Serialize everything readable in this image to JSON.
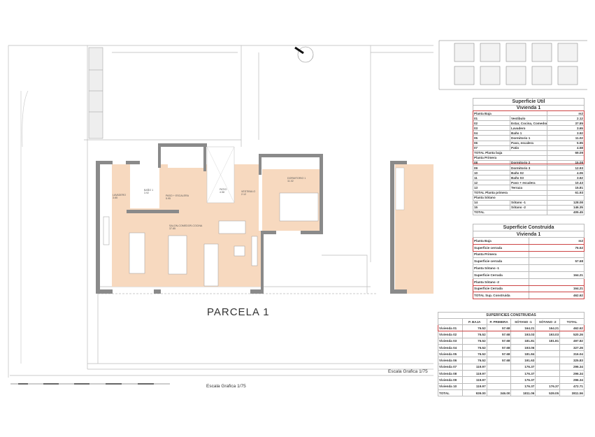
{
  "plan": {
    "parcel_label": "PARCELA 1",
    "scale_label_right": "Escala Grafica 1/75",
    "scale_label_bar": "Escala Grafica 1/75",
    "rooms": [
      {
        "name": "LAVADERO",
        "area": "3.65"
      },
      {
        "name": "BAÑO 1",
        "area": "3.92"
      },
      {
        "name": "PASO + ESCALERA",
        "area": "5.95"
      },
      {
        "name": "PATIO",
        "area": "4.58"
      },
      {
        "name": "VESTIBULO",
        "area": "2.12"
      },
      {
        "name": "DORMITORIO 1",
        "area": "11.02"
      },
      {
        "name": "SALON-COMEDOR-COCINA",
        "area": "37.85"
      }
    ],
    "colors": {
      "floor_fill": "#f7d9bf",
      "wall": "#8a8a8a",
      "highlight": "#c44444"
    }
  },
  "util": {
    "title": "Superficie Útil",
    "subtitle": "Vivienda 1",
    "rows": [
      {
        "c": "Planta Baja",
        "v": "m2",
        "sec": true
      },
      {
        "n": "01",
        "c": "Vestibulo",
        "v": "2.12"
      },
      {
        "n": "02",
        "c": "Estar, Cocina, Comedor",
        "v": "37.85"
      },
      {
        "n": "03",
        "c": "Lavadero",
        "v": "3.65"
      },
      {
        "n": "04",
        "c": "Baño 1",
        "v": "3.92"
      },
      {
        "n": "05",
        "c": "Dormitorio 1",
        "v": "11.02"
      },
      {
        "n": "06",
        "c": "Paso, escalera",
        "v": "5.95"
      },
      {
        "n": "07",
        "c": "Patio",
        "v": "4.58"
      },
      {
        "c": "TOTAL Planta baja",
        "v": "69.09",
        "sec": true
      },
      {
        "c": "Planta Primera",
        "v": "",
        "sec": true
      },
      {
        "n": "08",
        "c": "Dormitorio 2",
        "v": "15.08"
      },
      {
        "n": "09",
        "c": "Dormitorio 3",
        "v": "12.93"
      },
      {
        "n": "10",
        "c": "Baño 02",
        "v": "4.06"
      },
      {
        "n": "11",
        "c": "Baño 03",
        "v": "3.62"
      },
      {
        "n": "12",
        "c": "Paso + escalera",
        "v": "10.43"
      },
      {
        "n": "13",
        "c": "Terraza",
        "v": "15.81"
      },
      {
        "c": "TOTAL Planta primera",
        "v": "61.93",
        "sec": true
      },
      {
        "c": "Planta Sótano",
        "v": "",
        "sec": true
      },
      {
        "n": "14",
        "c": "Sótano -1",
        "v": "128.08"
      },
      {
        "n": "15",
        "c": "Sótano -2",
        "v": "146.35"
      },
      {
        "c": "TOTAL",
        "v": "405.45",
        "sec": true
      }
    ]
  },
  "construida": {
    "title": "Superficie Construida",
    "subtitle": "Vivienda 1",
    "rows": [
      {
        "c": "Planta Baja",
        "v": "m2"
      },
      {
        "c": "Superficie cerrada",
        "v": "76.52"
      },
      {
        "c": "Planta Primera",
        "v": ""
      },
      {
        "c": "Superficie cerrada",
        "v": "57.68"
      },
      {
        "c": "Planta Sótano -1",
        "v": ""
      },
      {
        "c": "Superficie Cerrada",
        "v": "164.21"
      },
      {
        "c": "Planta Sótano -2",
        "v": ""
      },
      {
        "c": "Superficie Cerrada",
        "v": "164.21"
      },
      {
        "c": "TOTAL Sup. Construida",
        "v": "462.62"
      }
    ]
  },
  "summary": {
    "title": "SUPERFICIES CONSTRUIDAS",
    "headers": [
      "",
      "P. BAJA",
      "P. PRIMERA",
      "SÓTANO -1",
      "SÓTANO -2",
      "TOTAL"
    ],
    "rows": [
      [
        "Vivienda 01",
        "76.52",
        "57.68",
        "164.21",
        "164.21",
        "462.62"
      ],
      [
        "Vivienda 02",
        "76.52",
        "57.68",
        "193.03",
        "193.03",
        "520.26"
      ],
      [
        "Vivienda 03",
        "76.52",
        "57.68",
        "181.81",
        "181.81",
        "497.82"
      ],
      [
        "Vivienda 04",
        "76.52",
        "57.68",
        "193.06",
        "",
        "327.26"
      ],
      [
        "Vivienda 05",
        "76.52",
        "57.68",
        "181.84",
        "",
        "316.04"
      ],
      [
        "Vivienda 06",
        "76.52",
        "57.68",
        "191.63",
        "",
        "325.83"
      ],
      [
        "Vivienda 07",
        "119.97",
        "",
        "176.37",
        "",
        "296.34"
      ],
      [
        "Vivienda 08",
        "119.97",
        "",
        "176.37",
        "",
        "296.34"
      ],
      [
        "Vivienda 09",
        "119.97",
        "",
        "176.37",
        "",
        "296.34"
      ],
      [
        "Vivienda 10",
        "119.97",
        "",
        "176.37",
        "176.37",
        "472.71"
      ],
      [
        "TOTAL",
        "939.00",
        "346.00",
        "1811.06",
        "539.05",
        "3811.56"
      ]
    ]
  }
}
